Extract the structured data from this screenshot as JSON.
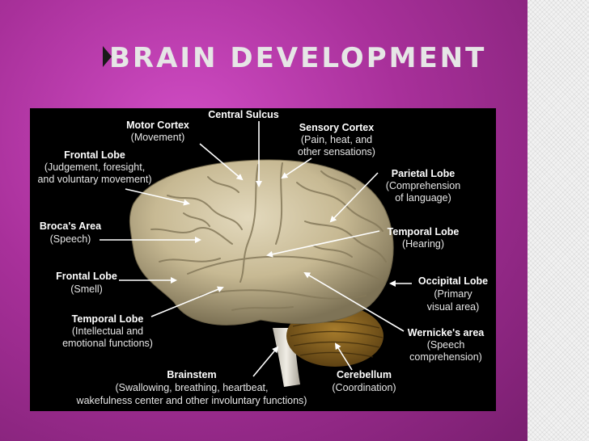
{
  "slide": {
    "title": "BRAIN DEVELOPMENT",
    "colors": {
      "background": "#a8309a",
      "panel": "#000000",
      "text": "#ffffff"
    }
  },
  "labels": {
    "central_sulcus": {
      "title": "Central Sulcus"
    },
    "motor_cortex": {
      "title": "Motor Cortex",
      "lines": [
        "(Movement)"
      ]
    },
    "sensory_cortex": {
      "title": "Sensory Cortex",
      "lines": [
        "(Pain, heat, and",
        "other sensations)"
      ]
    },
    "frontal_lobe_judgement": {
      "title": "Frontal Lobe",
      "lines": [
        "(Judgement, foresight,",
        "and voluntary movement)"
      ]
    },
    "parietal_lobe": {
      "title": "Parietal Lobe",
      "lines": [
        "(Comprehension",
        "of language)"
      ]
    },
    "brocas_area": {
      "title": "Broca's Area",
      "lines": [
        "(Speech)"
      ]
    },
    "temporal_lobe_hearing": {
      "title": "Temporal Lobe",
      "lines": [
        "(Hearing)"
      ]
    },
    "frontal_lobe_smell": {
      "title": "Frontal Lobe",
      "lines": [
        "(Smell)"
      ]
    },
    "occipital_lobe": {
      "title": "Occipital Lobe",
      "lines": [
        "(Primary",
        "visual area)"
      ]
    },
    "temporal_lobe_intellectual": {
      "title": "Temporal Lobe",
      "lines": [
        "(Intellectual and",
        "emotional functions)"
      ]
    },
    "wernickes_area": {
      "title": "Wernicke's area",
      "lines": [
        "(Speech",
        "comprehension)"
      ]
    },
    "brainstem": {
      "title": "Brainstem",
      "lines": [
        "(Swallowing, breathing, heartbeat,",
        "wakefulness center and other involuntary functions)"
      ]
    },
    "cerebellum": {
      "title": "Cerebellum",
      "lines": [
        "(Coordination)"
      ]
    }
  }
}
